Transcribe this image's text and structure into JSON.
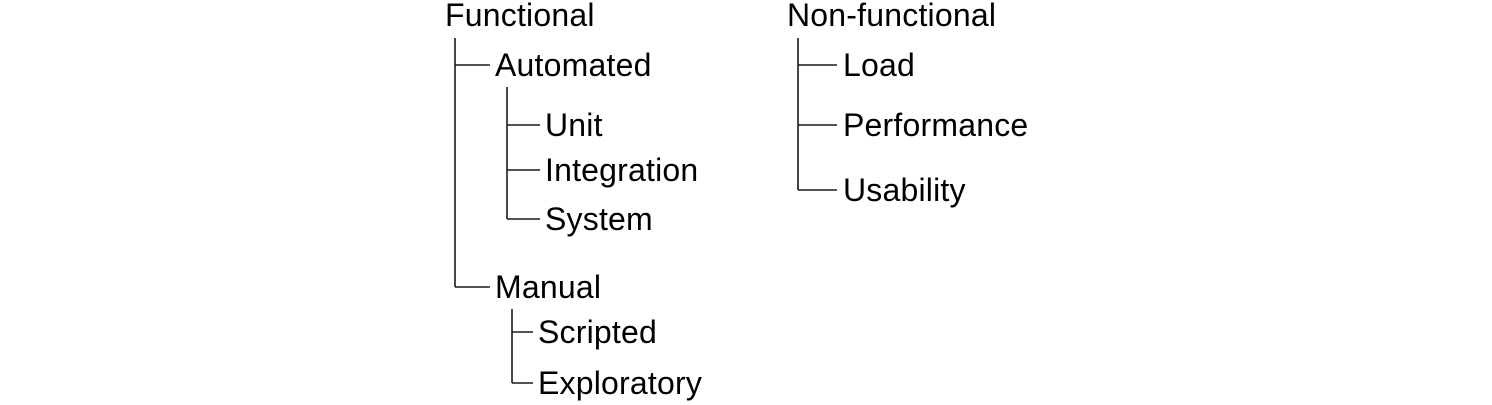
{
  "colors": {
    "text": "#000000",
    "line": "#1a1a1a",
    "background": "#ffffff"
  },
  "trees": [
    {
      "label": "Functional",
      "children": [
        {
          "label": "Automated",
          "children": [
            {
              "label": "Unit"
            },
            {
              "label": "Integration"
            },
            {
              "label": "System"
            }
          ]
        },
        {
          "label": "Manual",
          "children": [
            {
              "label": "Scripted"
            },
            {
              "label": "Exploratory"
            }
          ]
        }
      ]
    },
    {
      "label": "Non-functional",
      "children": [
        {
          "label": "Load"
        },
        {
          "label": "Performance"
        },
        {
          "label": "Usability"
        }
      ]
    }
  ]
}
